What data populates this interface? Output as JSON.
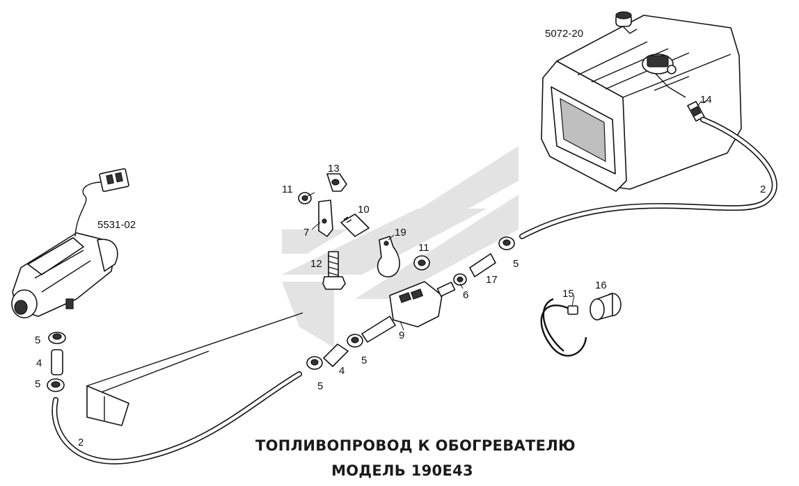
{
  "title": {
    "line1": "ТОПЛИВОПРОВОД К ОБОГРЕВАТЕЛЮ",
    "line2": "МОДЕЛЬ 190Е43"
  },
  "labels": {
    "tank": "5072-20",
    "heater": "5531-02",
    "p14": "14",
    "p2_right": "2",
    "p2_left": "2",
    "p13": "13",
    "p11_top": "11",
    "p10": "10",
    "p7": "7",
    "p12": "12",
    "p19": "19",
    "p11_mid": "11",
    "p5_right": "5",
    "p17": "17",
    "p6": "6",
    "p15": "15",
    "p16": "16",
    "p9": "9",
    "p5_center": "5",
    "p4_center": "4",
    "p5_lower": "5",
    "p5_left_top": "5",
    "p4_left": "4",
    "p5_left_bottom": "5"
  },
  "colors": {
    "line": "#111111",
    "watermark": "#e3e3e3",
    "background": "#ffffff"
  }
}
